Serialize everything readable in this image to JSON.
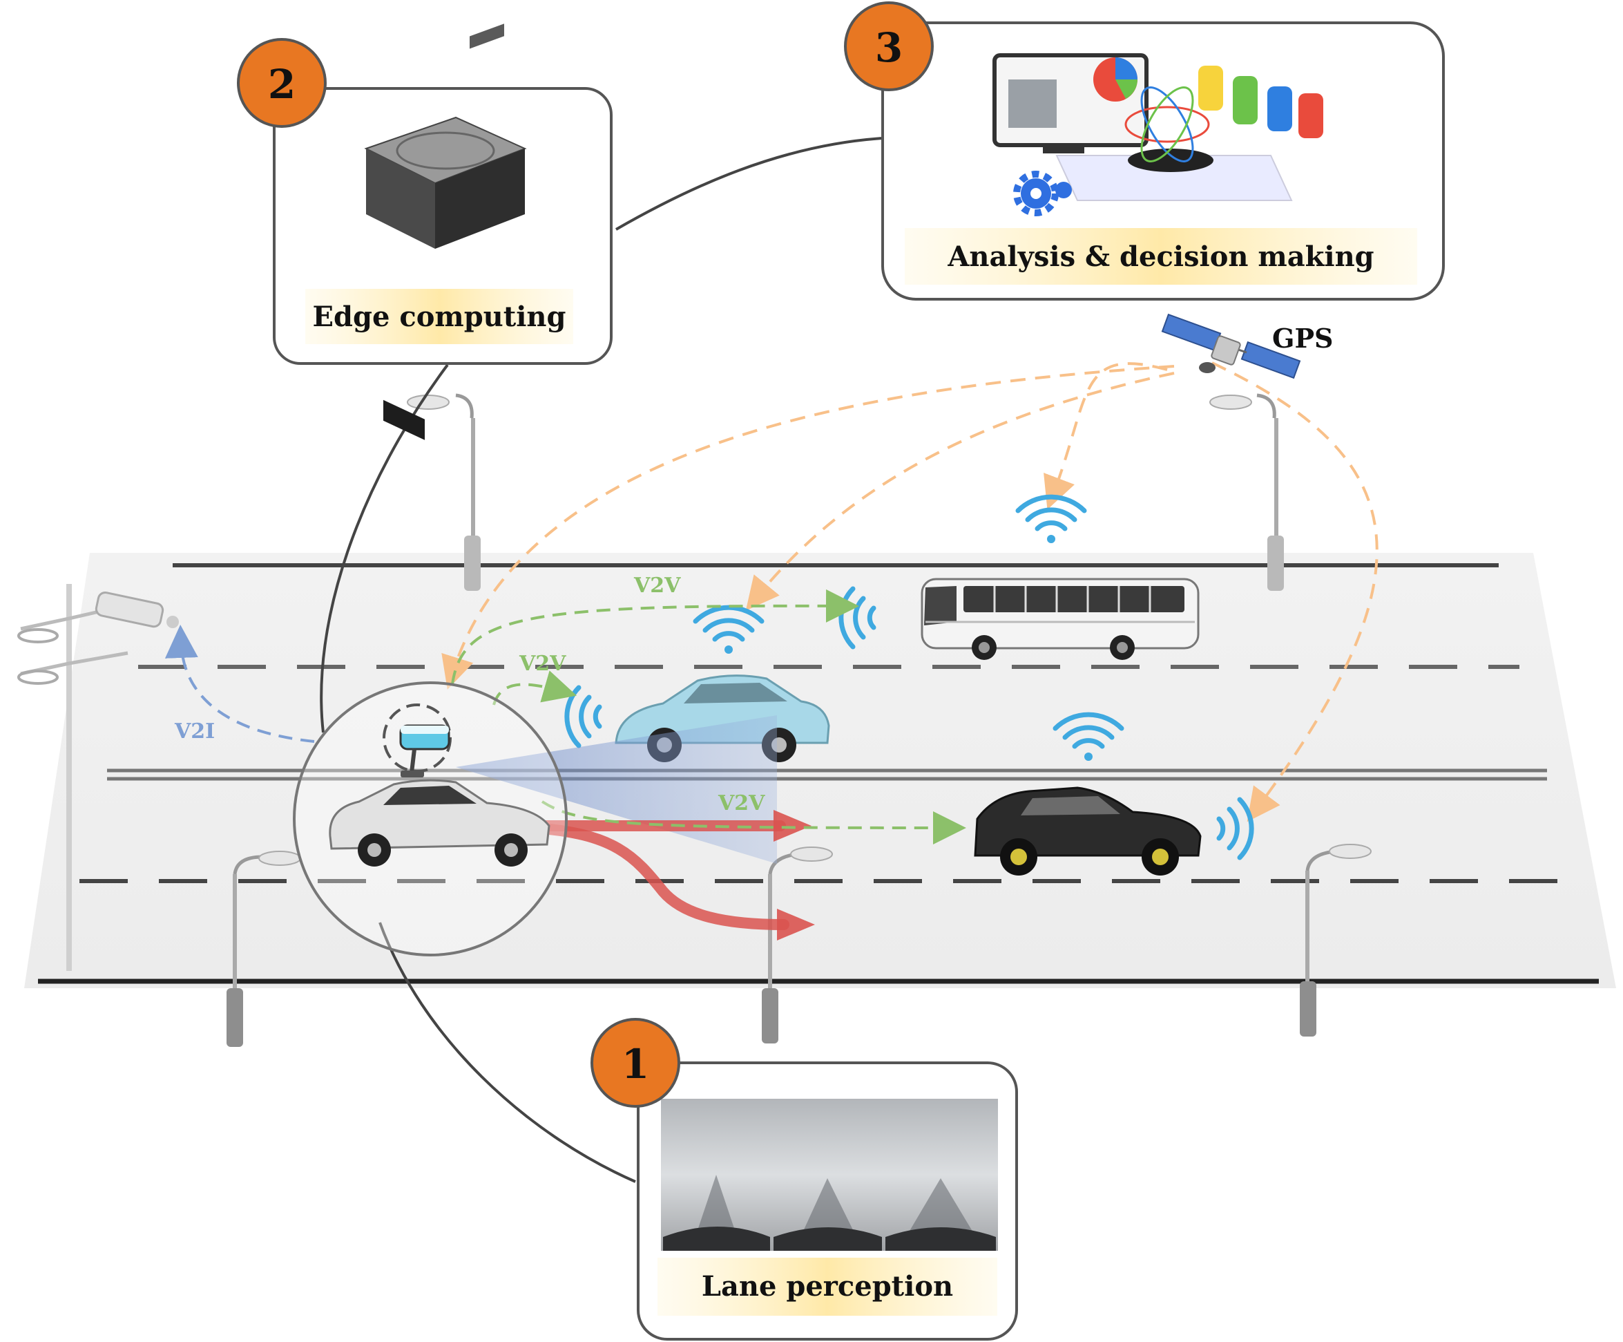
{
  "panels": {
    "edge": {
      "number": "2",
      "label": "Edge computing"
    },
    "analysis": {
      "number": "3",
      "label": "Analysis & decision making"
    },
    "lane": {
      "number": "1",
      "label": "Lane perception"
    }
  },
  "labels": {
    "gps": "GPS",
    "v2v_top": "V2V",
    "v2v_mid": "V2V",
    "v2v_low": "V2V",
    "v2i": "V2I"
  },
  "colors": {
    "badge": "#E87722",
    "label_band_center": "#FFE9A8",
    "gps_arrow": "#F8C089",
    "v2v_arrow": "#8CC06A",
    "v2i_arrow": "#7E9FD4",
    "motion_arrow": "#D9534F",
    "wifi": "#3FA9E0"
  }
}
